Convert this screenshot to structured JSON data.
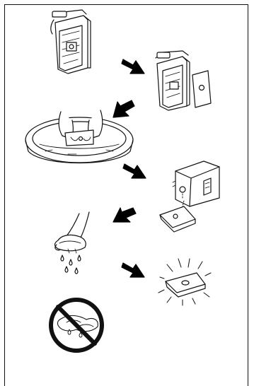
{
  "diagram": {
    "kind": "instructional illustration",
    "steps": [
      "remove-filter-unit",
      "separate-filter-pad",
      "wash-in-basin",
      "remove-sponge-from-tank",
      "squeeze-water-out",
      "dry-pad",
      "do-not-wring"
    ],
    "colors": {
      "line": "#111111",
      "fill": "#ffffff",
      "arrow": "#000000"
    },
    "icons": [
      "arrow-icon",
      "prohibition-icon",
      "water-drop-icon"
    ]
  }
}
